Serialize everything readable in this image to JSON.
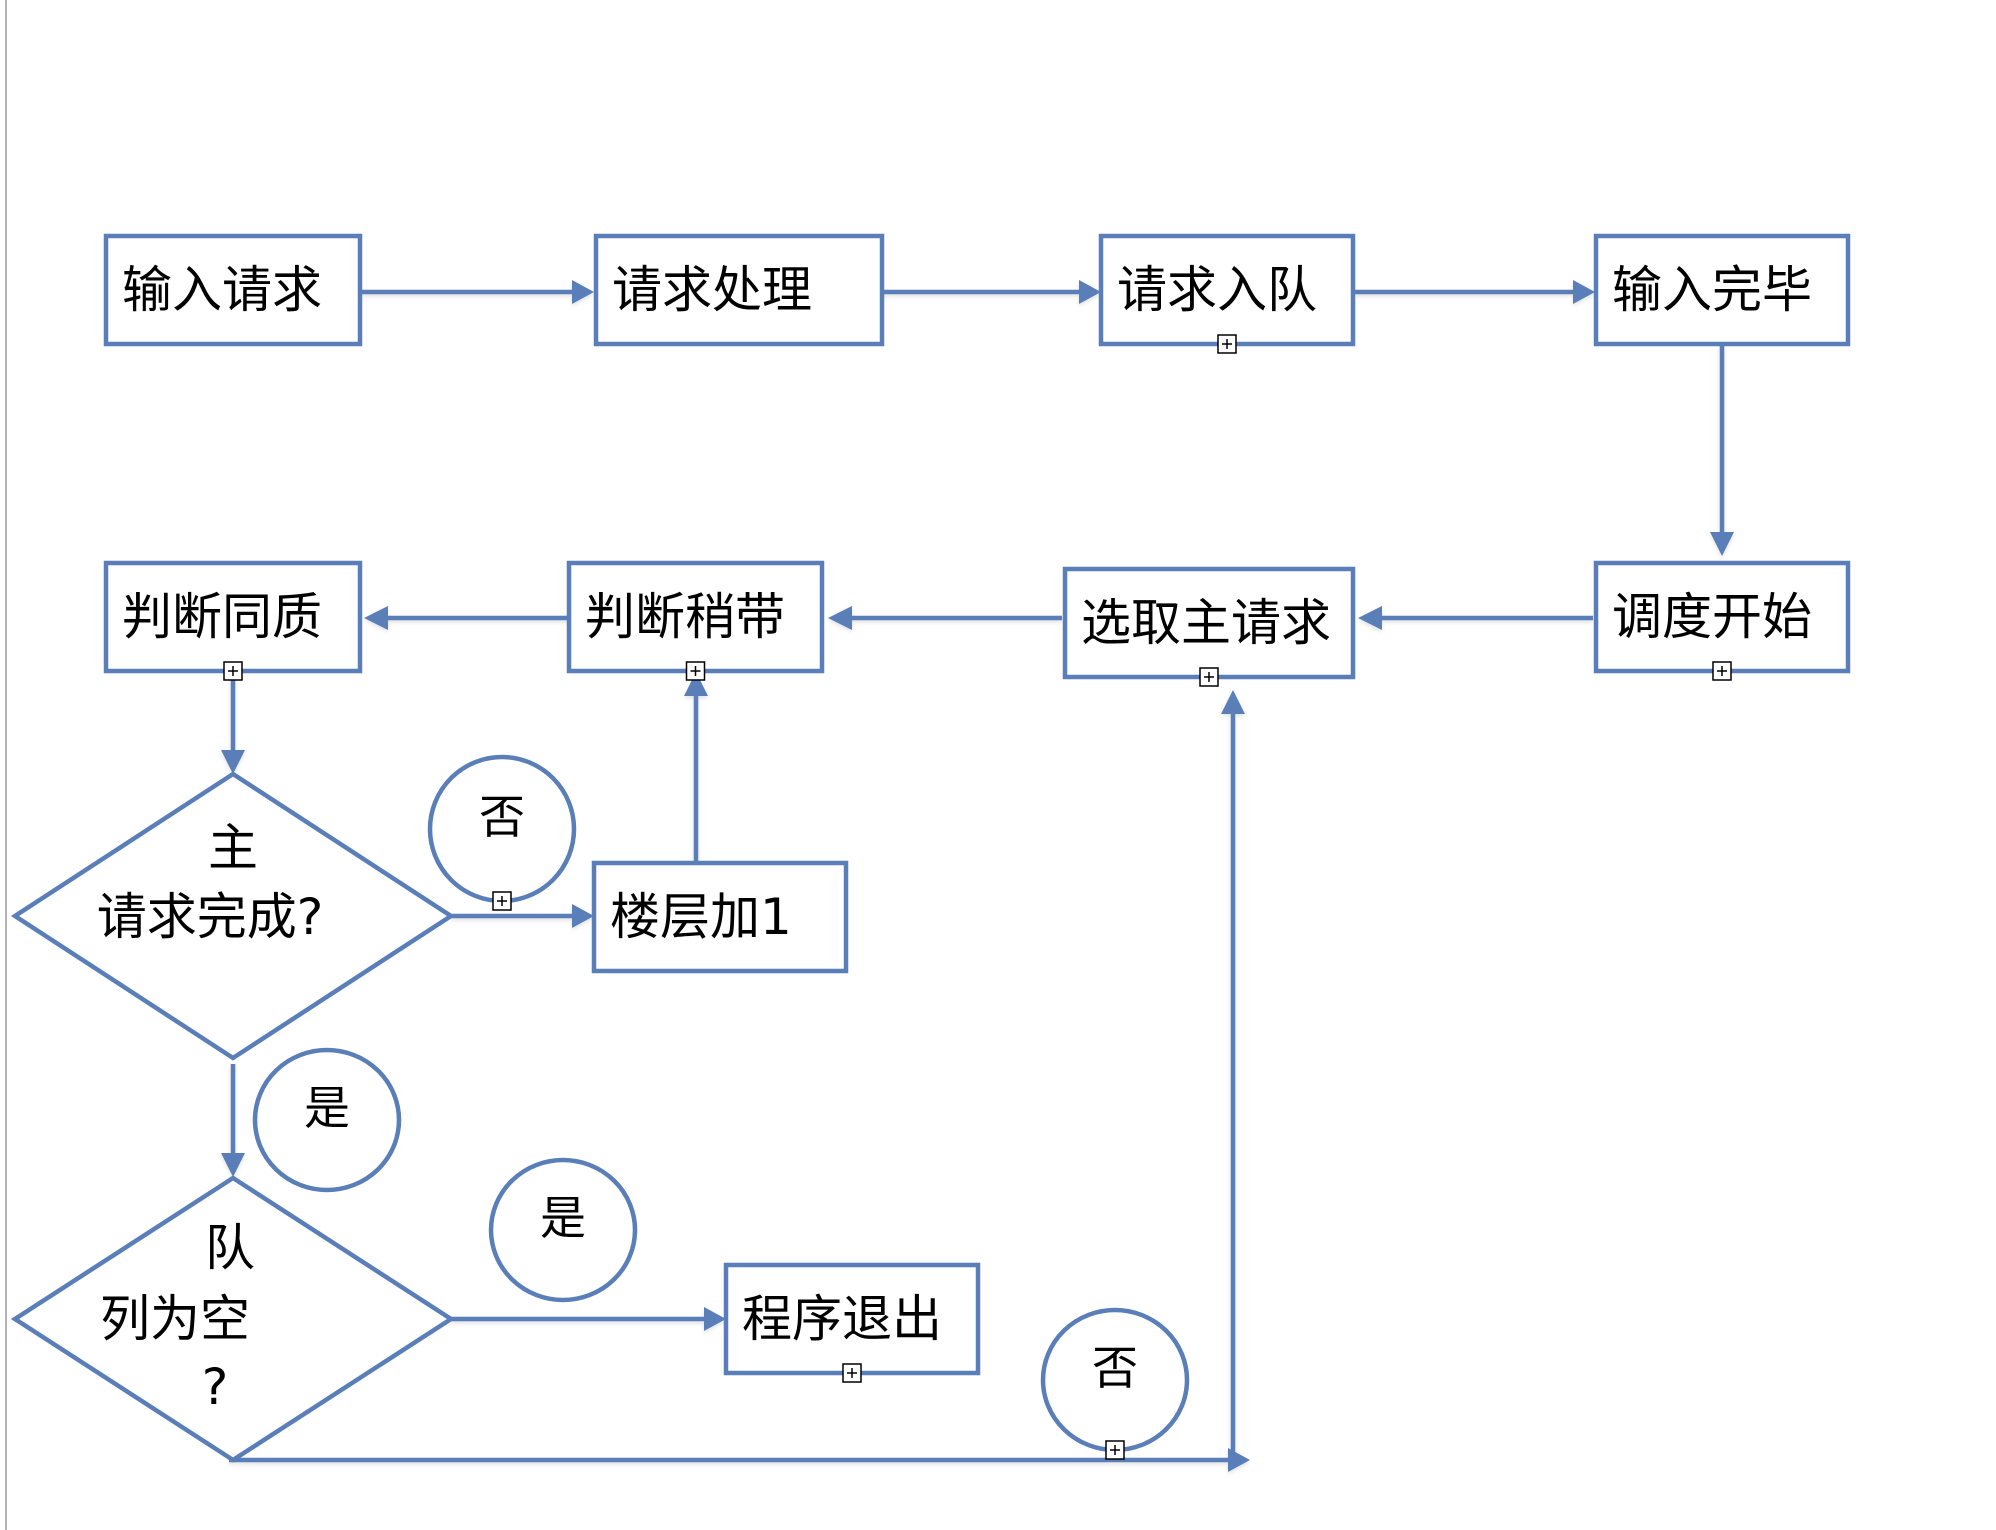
{
  "diagram": {
    "type": "flowchart",
    "colors": {
      "stroke": "#5a7fb8",
      "text": "#000000",
      "background": "#ffffff"
    },
    "nodes": [
      {
        "id": "input_request",
        "shape": "rect",
        "label": "输入请求",
        "has_expander": false
      },
      {
        "id": "request_process",
        "shape": "rect",
        "label": "请求处理",
        "has_expander": false
      },
      {
        "id": "request_enqueue",
        "shape": "rect",
        "label": "请求入队",
        "has_expander": true
      },
      {
        "id": "input_done",
        "shape": "rect",
        "label": "输入完毕",
        "has_expander": false
      },
      {
        "id": "schedule_start",
        "shape": "rect",
        "label": "调度开始",
        "has_expander": true
      },
      {
        "id": "select_main",
        "shape": "rect",
        "label": "选取主请求",
        "has_expander": true
      },
      {
        "id": "judge_pickup",
        "shape": "rect",
        "label": "判断稍带",
        "has_expander": true
      },
      {
        "id": "judge_same",
        "shape": "rect",
        "label": "判断同质",
        "has_expander": true
      },
      {
        "id": "main_done",
        "shape": "diamond",
        "label_lines": [
          "主",
          "请求完成?"
        ]
      },
      {
        "id": "floor_plus",
        "shape": "rect",
        "label": "楼层加1",
        "has_expander": false
      },
      {
        "id": "queue_empty",
        "shape": "diamond",
        "label_lines": [
          "队",
          "列为空",
          "?"
        ]
      },
      {
        "id": "program_exit",
        "shape": "rect",
        "label": "程序退出",
        "has_expander": true
      }
    ],
    "branch_labels": [
      {
        "id": "no_1",
        "label": "否",
        "has_expander": true
      },
      {
        "id": "yes_1",
        "label": "是",
        "has_expander": false
      },
      {
        "id": "yes_2",
        "label": "是",
        "has_expander": false
      },
      {
        "id": "no_2",
        "label": "否",
        "has_expander": true
      }
    ],
    "edges": [
      {
        "from": "input_request",
        "to": "request_process"
      },
      {
        "from": "request_process",
        "to": "request_enqueue"
      },
      {
        "from": "request_enqueue",
        "to": "input_done"
      },
      {
        "from": "input_done",
        "to": "schedule_start"
      },
      {
        "from": "schedule_start",
        "to": "select_main"
      },
      {
        "from": "select_main",
        "to": "judge_pickup"
      },
      {
        "from": "judge_pickup",
        "to": "judge_same"
      },
      {
        "from": "judge_same",
        "to": "main_done"
      },
      {
        "from": "main_done",
        "to": "floor_plus",
        "label": "否"
      },
      {
        "from": "floor_plus",
        "to": "judge_pickup"
      },
      {
        "from": "main_done",
        "to": "queue_empty",
        "label": "是"
      },
      {
        "from": "queue_empty",
        "to": "program_exit",
        "label": "是"
      },
      {
        "from": "queue_empty",
        "to": "select_main",
        "label": "否"
      }
    ]
  }
}
